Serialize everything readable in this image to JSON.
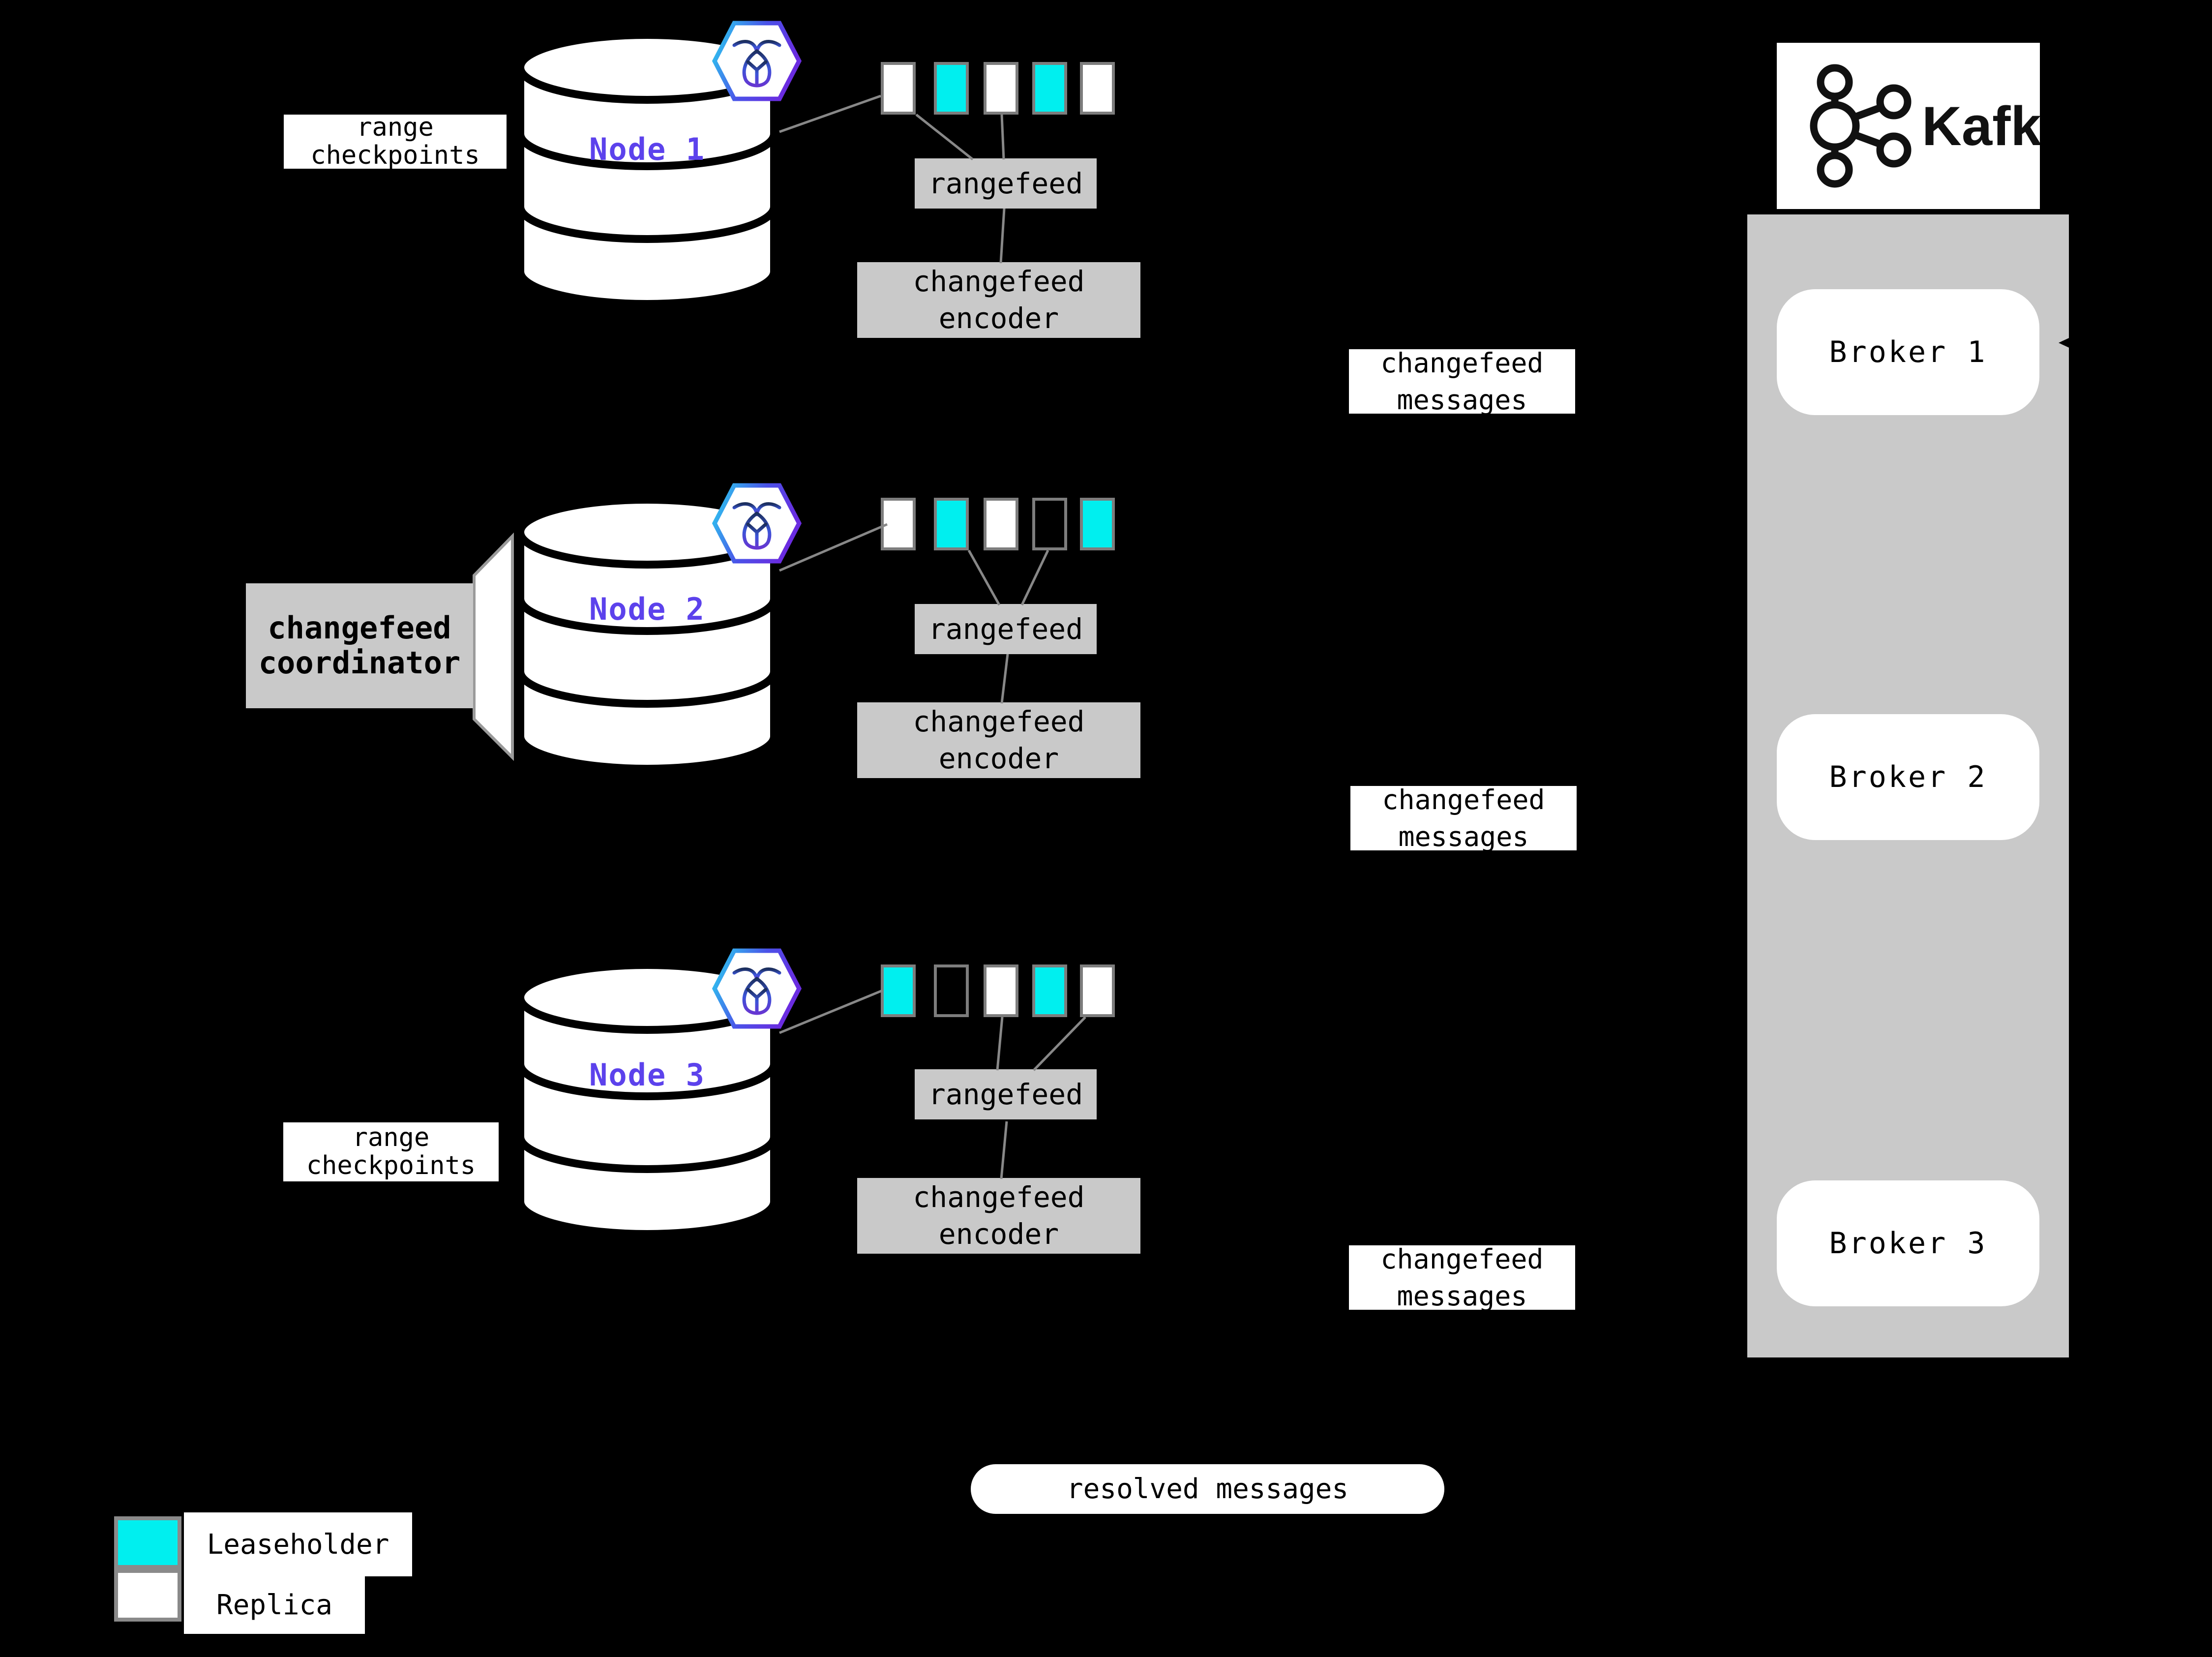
{
  "colors": {
    "bg": "#000000",
    "panel": "#c9c9c9",
    "leaseholder": "#00efef",
    "replica": "#ffffff",
    "node_name": "#5c42ec",
    "line": "#888888",
    "range_border": "#7d7d7d"
  },
  "labels": {
    "range_checkpoints": "range checkpoints",
    "changefeed_coordinator": "changefeed coordinator",
    "rangefeed": "rangefeed",
    "changefeed_encoder": "changefeed encoder",
    "changefeed_messages": "changefeed messages",
    "resolved_messages": "resolved messages"
  },
  "legend": {
    "leaseholder": "Leaseholder",
    "replica": "Replica"
  },
  "kafka": {
    "title": "Kafka",
    "brokers": [
      {
        "label": "Broker 1"
      },
      {
        "label": "Broker 2"
      },
      {
        "label": "Broker 3"
      }
    ]
  },
  "nodes": [
    {
      "name": "Node 1",
      "ranges": [
        "replica",
        "leaseholder",
        "replica",
        "leaseholder",
        "replica"
      ]
    },
    {
      "name": "Node 2",
      "ranges": [
        "replica",
        "leaseholder",
        "replica",
        "empty",
        "leaseholder"
      ]
    },
    {
      "name": "Node 3",
      "ranges": [
        "leaseholder",
        "empty",
        "replica",
        "leaseholder",
        "replica"
      ]
    }
  ]
}
